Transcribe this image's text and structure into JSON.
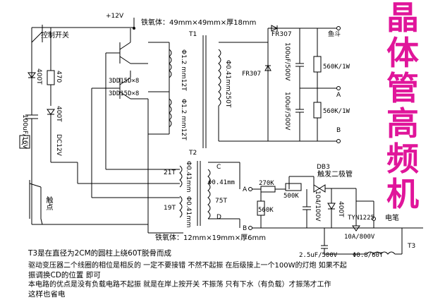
{
  "title": [
    "晶",
    "体",
    "管",
    "高",
    "频",
    "机"
  ],
  "title_color": "#e0159a",
  "labels": {
    "v12": "+12V",
    "core_top": "铁氧体：49mm×49mm×厚18mm",
    "t1": "T1",
    "fr307_top": "FR307",
    "fishing": "鱼斗",
    "switch": "控制开关",
    "q1": "3DD15D×8",
    "q2": "3DD15D×8",
    "fr307_mid": "FR307",
    "r_a": "560K/1W",
    "r_b": "560K/1W",
    "pt_a": "A",
    "pt_b": "B",
    "t2": "T2",
    "c_lbl": "C",
    "d_lbl": "D",
    "t75": "75T",
    "wire041": "Φ0.41mm",
    "t21": "21T",
    "t19": "19T",
    "db3": "DB3",
    "diac": "触发二极管",
    "r270k": "270K",
    "pot500k": "500K",
    "r560k": "560K",
    "tyn": "TYN1225",
    "electrode": "电笔",
    "cap10a": "10A/800V",
    "a_in": "A",
    "b_in": "B",
    "contact": "触点",
    "core_bottom": "铁氧体：12mm×19mm×厚6mm",
    "t3": "T3",
    "c_bottom": "2.5uF/500V",
    "t3_wire": "Φ0.8/60T"
  },
  "vertical_labels": {
    "d400t": "400T",
    "d470": "470",
    "d400t2": "400T",
    "cap100": "100uF/16V",
    "dc12v": "DC12V",
    "j": "J",
    "w1": "Φ1.2 mm12T",
    "w2": "Φ1.2 mm12T",
    "w3": "Φ0.41mm250T",
    "c1": "100uF/500V",
    "c2": "100uF/500V",
    "w4": "Φ0.41mm",
    "w5": "Φ0.41mm",
    "c104": "104/100V",
    "d400t3": "400T"
  },
  "notes": [
    "T3是在直径为2CM的圆柱上绕60T脱骨而成",
    "驱动变压器二个线圈的相位是相反的  一定不要接错  不然不起振  在后级接上一个100W的灯炮  如果不起",
    "振调换CD的位置 即可",
    "本电路的优点是没有负载电路不起振  就是在岸上按开关  不振荡  只有下水（有负载）才振荡才工作",
    "这样也省电"
  ]
}
